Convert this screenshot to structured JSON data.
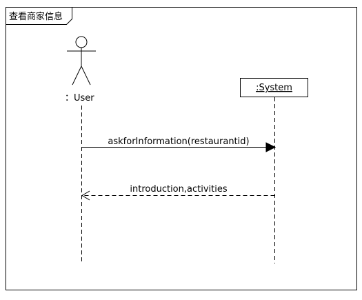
{
  "frame": {
    "title": "查看商家信息"
  },
  "actor": {
    "name": "：User"
  },
  "object": {
    "name": ":System"
  },
  "messages": [
    {
      "label": "askforInformation(restaurantid)",
      "kind": "sync",
      "from": "actor",
      "to": "object"
    },
    {
      "label": "introduction,activities",
      "kind": "reply",
      "from": "object",
      "to": "actor"
    }
  ],
  "colors": {
    "line": "#000000",
    "background": "#ffffff"
  }
}
